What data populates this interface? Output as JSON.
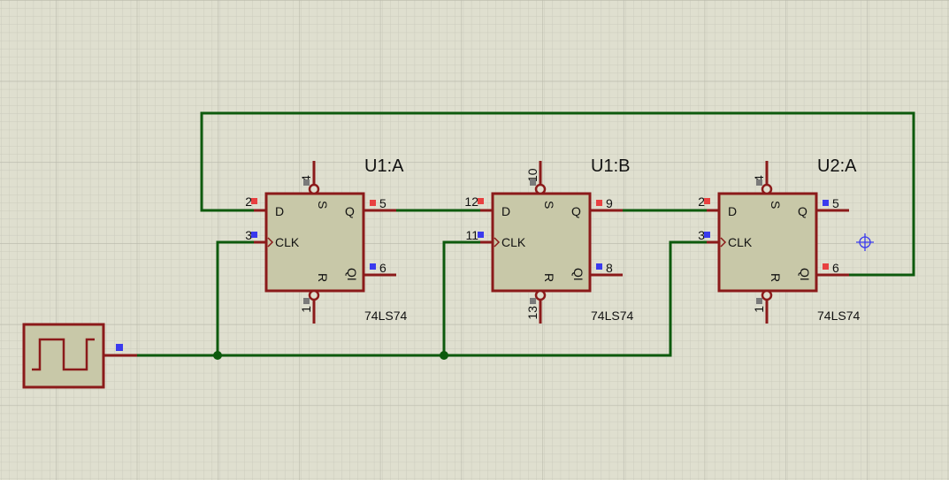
{
  "colors": {
    "background": "#dfdfcf",
    "grid_minor": "#cbcbbd",
    "grid_major": "#b9b9ab",
    "wire": "#0d5a0d",
    "component": "#8b1a1a",
    "component_fill": "#c8c8a8",
    "pin_red": "#e84040",
    "pin_blue": "#3a3aee",
    "pin_gray": "#7a7a7a"
  },
  "generator": {
    "name": "clock-generator",
    "output_marker": "blue"
  },
  "flipflops": [
    {
      "ref": "U1:A",
      "part": "74LS74",
      "labels": {
        "d": "D",
        "clk": "CLK",
        "s": "S",
        "r": "R",
        "q": "Q",
        "qn": "QI"
      },
      "pins": {
        "d": "2",
        "clk": "3",
        "s": "4",
        "r": "1",
        "q": "5",
        "qn": "6"
      },
      "markers": {
        "d": "red",
        "clk": "blue",
        "s": "gray",
        "r": "gray",
        "q": "red",
        "qn": "blue"
      }
    },
    {
      "ref": "U1:B",
      "part": "74LS74",
      "labels": {
        "d": "D",
        "clk": "CLK",
        "s": "S",
        "r": "R",
        "q": "Q",
        "qn": "QI"
      },
      "pins": {
        "d": "12",
        "clk": "11",
        "s": "10",
        "r": "13",
        "q": "9",
        "qn": "8"
      },
      "markers": {
        "d": "red",
        "clk": "blue",
        "s": "gray",
        "r": "gray",
        "q": "red",
        "qn": "blue"
      }
    },
    {
      "ref": "U2:A",
      "part": "74LS74",
      "labels": {
        "d": "D",
        "clk": "CLK",
        "s": "S",
        "r": "R",
        "q": "Q",
        "qn": "QI"
      },
      "pins": {
        "d": "2",
        "clk": "3",
        "s": "4",
        "r": "1",
        "q": "5",
        "qn": "6"
      },
      "markers": {
        "d": "red",
        "clk": "blue",
        "s": "gray",
        "r": "gray",
        "q": "blue",
        "qn": "red"
      }
    }
  ]
}
